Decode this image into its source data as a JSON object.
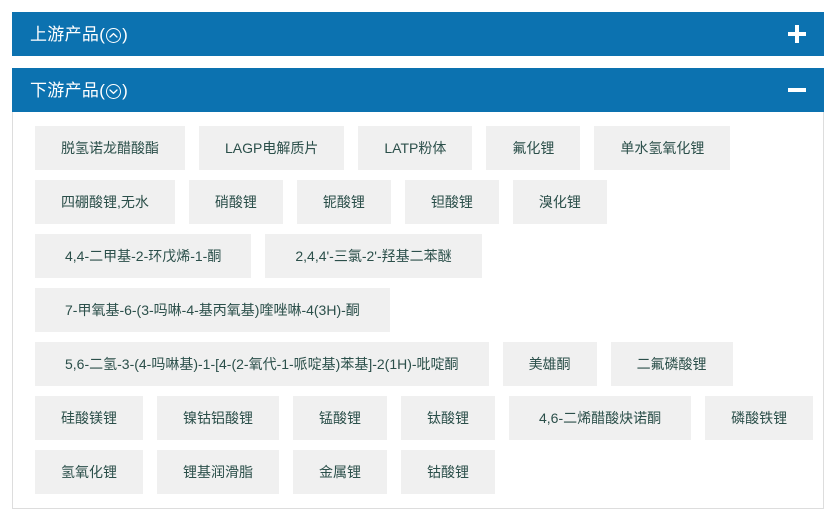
{
  "theme": {
    "header_blue": "#0c72b0",
    "tag_bg": "#f0f0f0",
    "tag_text": "#2b4f4a",
    "panel_border": "#dddddd"
  },
  "panels": [
    {
      "id": "upstream",
      "title_text": "上游产品",
      "chevron_icon": "chevron-up-circle-icon",
      "toggle_icon": "plus-icon",
      "expanded": false,
      "open_paren": "(",
      "close_paren": ")"
    },
    {
      "id": "downstream",
      "title_text": "下游产品",
      "chevron_icon": "chevron-down-circle-icon",
      "toggle_icon": "minus-icon",
      "expanded": true,
      "open_paren": "(",
      "close_paren": ")"
    }
  ],
  "downstream_tag_rows": [
    [
      "脱氢诺龙醋酸酯",
      "LAGP电解质片",
      "LATP粉体",
      "氟化锂",
      "单水氢氧化锂"
    ],
    [
      "四硼酸锂,无水",
      "硝酸锂",
      "铌酸锂",
      "钽酸锂",
      "溴化锂"
    ],
    [
      "4,4-二甲基-2-环戊烯-1-酮",
      "2,4,4'-三氯-2'-羟基二苯醚"
    ],
    [
      "7-甲氧基-6-(3-吗啉-4-基丙氧基)喹唑啉-4(3H)-酮"
    ],
    [
      "5,6-二氢-3-(4-吗啉基)-1-[4-(2-氧代-1-哌啶基)苯基]-2(1H)-吡啶酮",
      "美雄酮",
      "二氟磷酸锂"
    ],
    [
      "硅酸镁锂",
      "镍钴铝酸锂",
      "锰酸锂",
      "钛酸锂",
      "4,6-二烯醋酸炔诺酮",
      "磷酸铁锂"
    ],
    [
      "氢氧化锂",
      "锂基润滑脂",
      "金属锂",
      "钴酸锂"
    ]
  ]
}
